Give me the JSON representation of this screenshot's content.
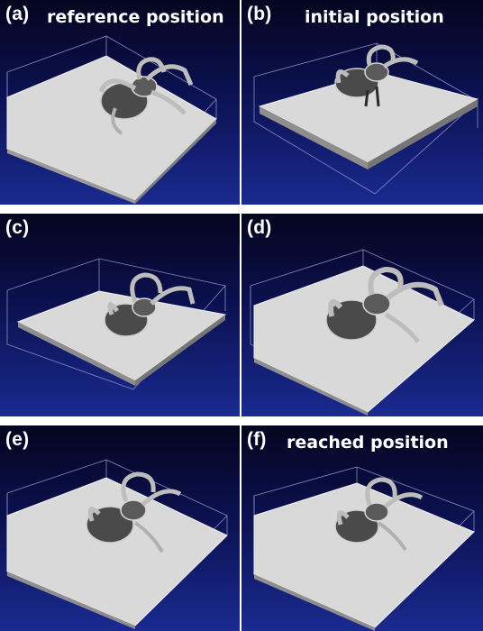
{
  "colors": {
    "background_top": "#05051f",
    "background_bottom": "#1a2a90",
    "surface": "#d9d9d9",
    "axis_box": "#8a8ac0"
  },
  "panels": [
    {
      "tag": "(a)",
      "caption": "reference position"
    },
    {
      "tag": "(b)",
      "caption": "initial position"
    },
    {
      "tag": "(c)",
      "caption": ""
    },
    {
      "tag": "(d)",
      "caption": ""
    },
    {
      "tag": "(e)",
      "caption": ""
    },
    {
      "tag": "(f)",
      "caption": "reached position"
    }
  ]
}
